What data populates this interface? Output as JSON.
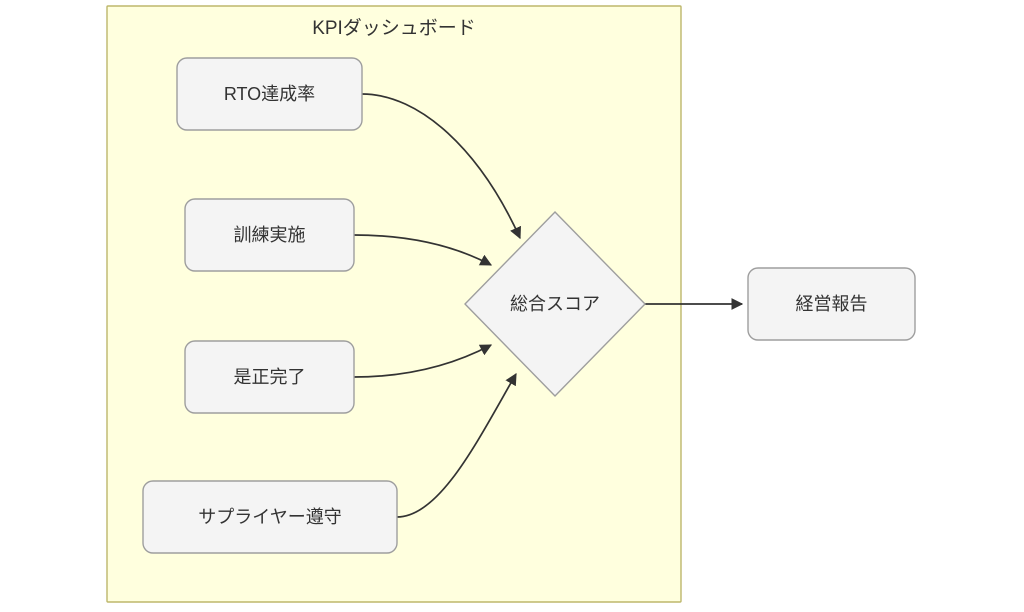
{
  "diagram": {
    "type": "flowchart",
    "direction": "left-to-right",
    "cluster": {
      "label": "KPIダッシュボード",
      "fill": "#ffffde",
      "stroke": "#bdb76b"
    },
    "node_style": {
      "fill": "#f4f4f4",
      "stroke": "#9e9e9e",
      "text_color": "#333333"
    },
    "edge_style": {
      "stroke": "#333333",
      "arrowhead": "solid-triangle"
    },
    "nodes": [
      {
        "id": "rto",
        "label": "RTO達成率",
        "shape": "rounded-rect",
        "in_cluster": true
      },
      {
        "id": "training",
        "label": "訓練実施",
        "shape": "rounded-rect",
        "in_cluster": true
      },
      {
        "id": "capa",
        "label": "是正完了",
        "shape": "rounded-rect",
        "in_cluster": true
      },
      {
        "id": "supplier",
        "label": "サプライヤー遵守",
        "shape": "rounded-rect",
        "in_cluster": true
      },
      {
        "id": "score",
        "label": "総合スコア",
        "shape": "diamond",
        "in_cluster": true
      },
      {
        "id": "report",
        "label": "経営報告",
        "shape": "rounded-rect",
        "in_cluster": false
      }
    ],
    "edges": [
      {
        "from": "rto",
        "to": "score",
        "label": ""
      },
      {
        "from": "training",
        "to": "score",
        "label": ""
      },
      {
        "from": "capa",
        "to": "score",
        "label": ""
      },
      {
        "from": "supplier",
        "to": "score",
        "label": ""
      },
      {
        "from": "score",
        "to": "report",
        "label": ""
      }
    ]
  }
}
